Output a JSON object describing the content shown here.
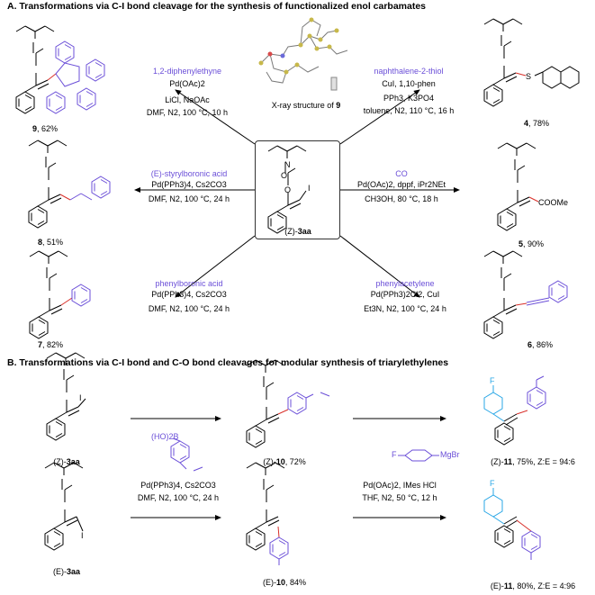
{
  "section_a": {
    "title": "A. Transformations via C-I bond cleavage for the synthesis of functionalized enol carbamates",
    "xray_caption_text": "X-ray structure of ",
    "xray_caption_bold": "9",
    "center_label_stereo": "(Z)-",
    "center_label_bold": "3aa",
    "rxn_9": {
      "reagent": "1,2-diphenylethyne",
      "line1": "Pd(OAc)2",
      "line2": "LiCl, NaOAc",
      "line3": "DMF, N2, 100 °C, 10 h",
      "product_num": "9",
      "product_yield": ", 62%"
    },
    "rxn_4": {
      "reagent": "naphthalene-2-thiol",
      "line1": "CuI, 1,10-phen",
      "line2": "PPh3, K3PO4",
      "line3": "toluene, N2, 110 °C, 16 h",
      "product_num": "4",
      "product_yield": ", 78%"
    },
    "rxn_8": {
      "reagent": "(E)-styrylboronic acid",
      "line1": "Pd(PPh3)4, Cs2CO3",
      "line2": "DMF, N2, 100 °C, 24 h",
      "product_num": "8",
      "product_yield": ", 51%"
    },
    "rxn_5": {
      "reagent": "CO",
      "line1": "Pd(OAc)2, dppf, iPr2NEt",
      "line2": "CH3OH, 80 °C, 18 h",
      "product_num": "5",
      "product_yield": ", 90%",
      "substituent": "COOMe"
    },
    "rxn_7": {
      "reagent": "phenylboronic acid",
      "line1": "Pd(PPh3)4, Cs2CO3",
      "line2": "DMF, N2, 100 °C, 24 h",
      "product_num": "7",
      "product_yield": ", 82%"
    },
    "rxn_6": {
      "reagent": "phenylacetylene",
      "line1": "Pd(PPh3)2Cl2, CuI",
      "line2": "Et3N, N2, 100 °C, 24 h",
      "product_num": "6",
      "product_yield": ", 86%"
    }
  },
  "section_b": {
    "title": "B. Transformations via C-I bond and C-O bond cleavages for modular synthesis of triarylethylenes",
    "reagent_boronic": "(HO)2B",
    "reagent_mgbr": "MgBr",
    "cond1_line1": "Pd(PPh3)4, Cs2CO3",
    "cond1_line2": "DMF, N2, 100 °C, 24 h",
    "cond2_line1": "Pd(OAc)2, IMes HCl",
    "cond2_line2": "THF, N2, 50 °C, 12 h",
    "sm_z_stereo": "(Z)-",
    "sm_z_num": "3aa",
    "sm_e_stereo": "(E)-",
    "sm_e_num": "3aa",
    "z10_stereo": "(Z)-",
    "z10_num": "10",
    "z10_yield": ", 72%",
    "e10_stereo": "(E)-",
    "e10_num": "10",
    "e10_yield": ", 84%",
    "z11_stereo": "(Z)-",
    "z11_num": "11",
    "z11_yield": ", 75%, Z:E = 94:6",
    "e11_stereo": "(E)-",
    "e11_num": "11",
    "e11_yield": ", 80%, Z:E = 4:96"
  },
  "atoms": {
    "N": "N",
    "O": "O",
    "I": "I",
    "F": "F",
    "S": "S"
  },
  "colors": {
    "reagent": "#6b4fd8",
    "new_bond": "#d9302a",
    "text": "#000000"
  }
}
